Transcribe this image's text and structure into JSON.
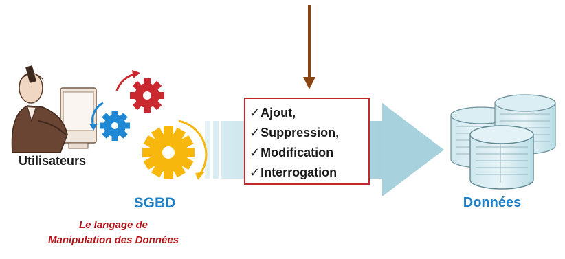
{
  "users_label": "Utilisateurs",
  "sgbd_label": "SGBD",
  "data_label": "Données",
  "caption": {
    "line1": "Le langage de",
    "line2": "Manipulation des Données"
  },
  "operations": [
    "Ajout,",
    "Suppression,",
    "Modification",
    "Interrogation"
  ],
  "check_glyph": "✓",
  "colors": {
    "gear_red": "#c8282e",
    "gear_blue": "#1e88d4",
    "gear_yellow": "#f8b70c",
    "accent_blue": "#1f7fc6",
    "caption_red": "#b5121b",
    "box_border": "#c0282d",
    "arrow_brown": "#8b4513",
    "flow_arrow": "#a9d3de"
  },
  "icons": [
    "user-at-computer-icon",
    "gears-icon",
    "database-cylinders-icon"
  ]
}
